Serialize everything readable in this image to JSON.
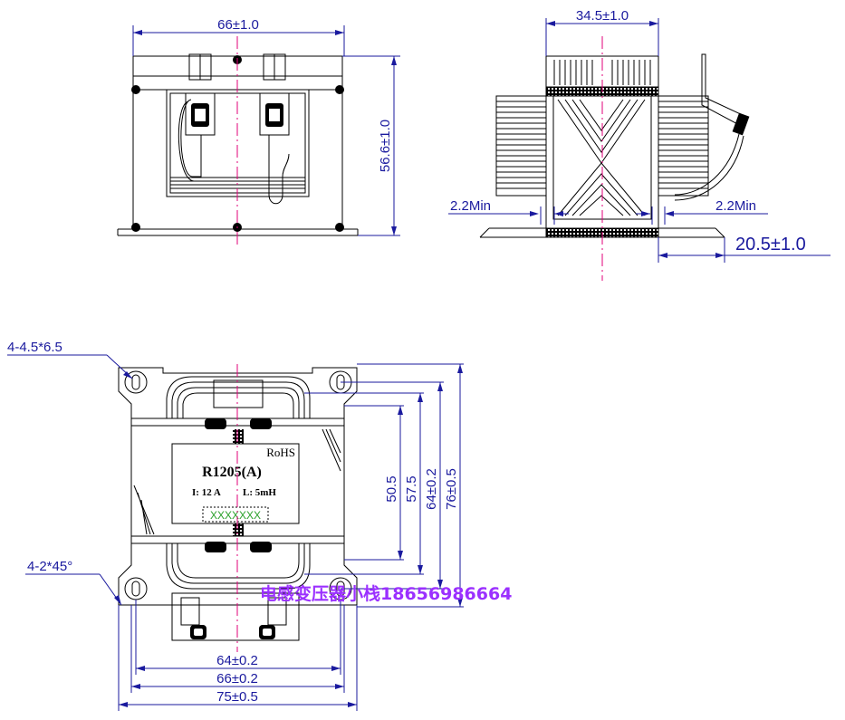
{
  "dimensions": {
    "front_width": "66±1.0",
    "front_height": "56.6±1.0",
    "side_width": "34.5±1.0",
    "side_left_min": "2.2Min",
    "side_right_min": "2.2Min",
    "side_depth": "20.5±1.0",
    "slot_holes": "4-4.5*6.5",
    "chamfer": "4-2*45°",
    "height_inner": "50.5",
    "height_mid": "57.5",
    "height_hole": "64±0.2",
    "height_total": "76±0.5",
    "bottom_hole": "64±0.2",
    "bottom_core": "66±0.2",
    "bottom_total": "75±0.5"
  },
  "label": {
    "rohs": "RoHS",
    "model": "R1205(A)",
    "current": "I: 12 A",
    "inductance": "L: 5mH",
    "code": "XXXXXXX"
  },
  "watermark": "电感变压器小栈18656986664",
  "colors": {
    "dimension": "#1a1a9e",
    "centerline": "#e0007a",
    "outline": "#000000",
    "watermark": "#9b30ff",
    "code": "#2aa02a"
  }
}
